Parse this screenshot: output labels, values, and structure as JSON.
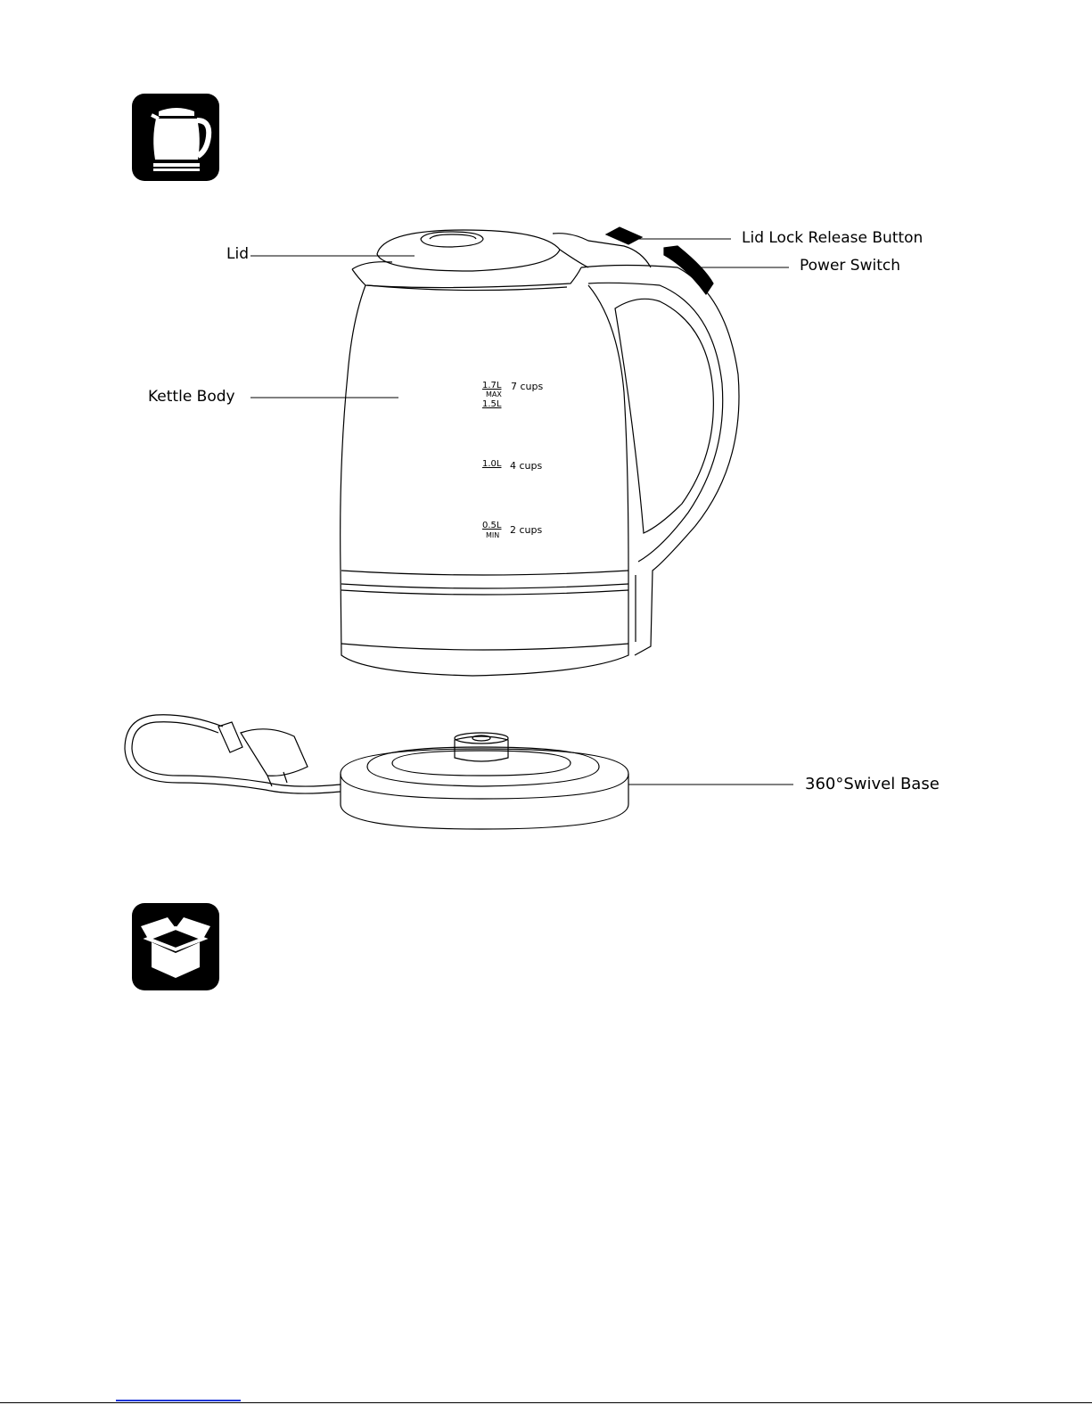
{
  "icons": {
    "section1": "kettle-icon",
    "section2": "open-box-icon"
  },
  "callouts": {
    "lid": "Lid",
    "lid_lock_release": "Lid Lock Release Button",
    "power_switch": "Power Switch",
    "kettle_body": "Kettle Body",
    "swivel_base": "360°Swivel Base"
  },
  "water_level": {
    "max_liters": "1.7L",
    "max_cups": "7 cups",
    "max_word": "MAX",
    "mark_1_5": "1.5L",
    "mid_liters": "1.0L",
    "mid_cups": "4 cups",
    "min_liters": "0.5L",
    "min_word": "MIN",
    "min_cups": "2 cups"
  }
}
